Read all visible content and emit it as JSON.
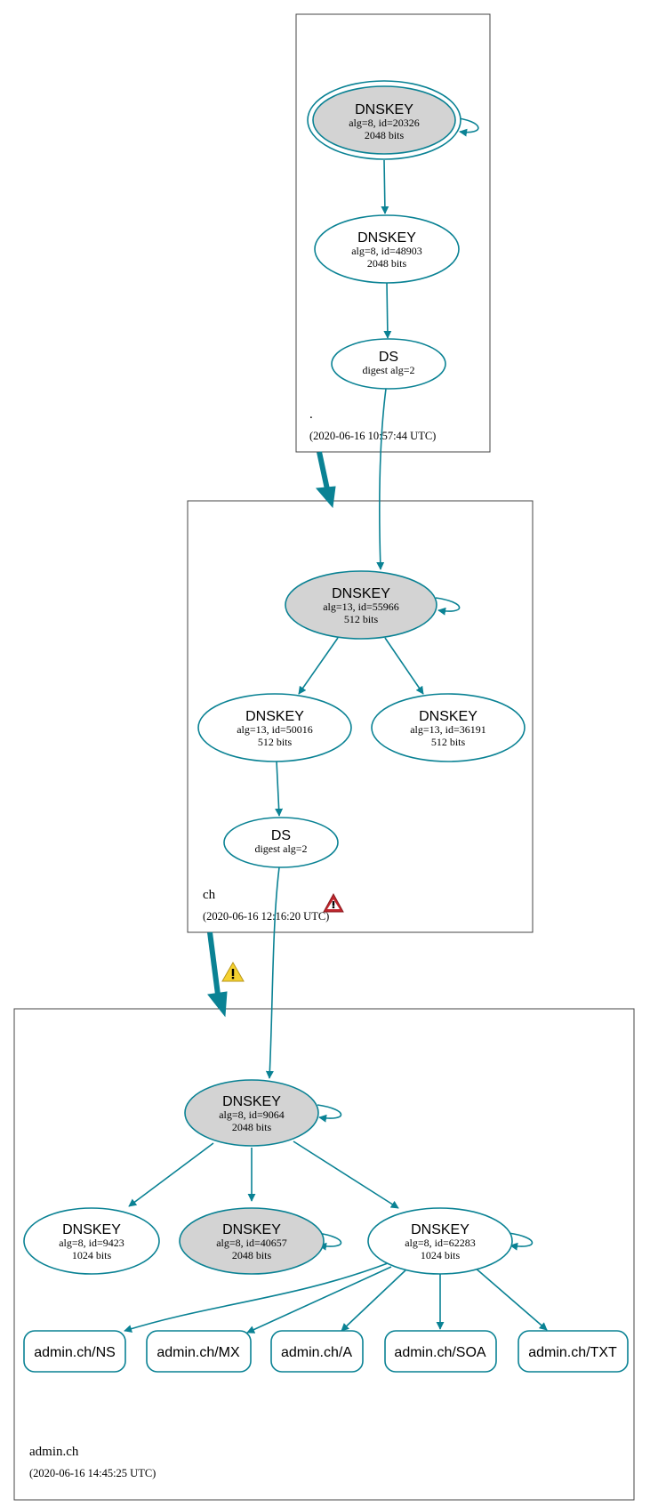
{
  "colors": {
    "edge": "#0a8294",
    "ksk_fill": "#d3d3d3",
    "node_fill": "#ffffff",
    "warning_red": "#c0262d",
    "warning_yellow": "#f5d130"
  },
  "zones": {
    "root": {
      "name": ".",
      "date": "(2020-06-16 10:57:44 UTC)"
    },
    "ch": {
      "name": "ch",
      "date": "(2020-06-16 12:16:20 UTC)",
      "status_icon": "error-warning-icon"
    },
    "admin": {
      "name": "admin.ch",
      "date": "(2020-06-16 14:45:25 UTC)"
    }
  },
  "nodes": {
    "root_ksk": {
      "type": "DNSKEY",
      "line1": "alg=8, id=20326",
      "line2": "2048 bits"
    },
    "root_zsk": {
      "type": "DNSKEY",
      "line1": "alg=8, id=48903",
      "line2": "2048 bits"
    },
    "root_ds": {
      "type": "DS",
      "line1": "digest alg=2"
    },
    "ch_ksk": {
      "type": "DNSKEY",
      "line1": "alg=13, id=55966",
      "line2": "512 bits"
    },
    "ch_zsk1": {
      "type": "DNSKEY",
      "line1": "alg=13, id=50016",
      "line2": "512 bits"
    },
    "ch_zsk2": {
      "type": "DNSKEY",
      "line1": "alg=13, id=36191",
      "line2": "512 bits"
    },
    "ch_ds": {
      "type": "DS",
      "line1": "digest alg=2"
    },
    "admin_ksk": {
      "type": "DNSKEY",
      "line1": "alg=8, id=9064",
      "line2": "2048 bits"
    },
    "admin_k1": {
      "type": "DNSKEY",
      "line1": "alg=8, id=9423",
      "line2": "1024 bits"
    },
    "admin_k2": {
      "type": "DNSKEY",
      "line1": "alg=8, id=40657",
      "line2": "2048 bits"
    },
    "admin_k3": {
      "type": "DNSKEY",
      "line1": "alg=8, id=62283",
      "line2": "1024 bits"
    }
  },
  "rrsets": {
    "ns": "admin.ch/NS",
    "mx": "admin.ch/MX",
    "a": "admin.ch/A",
    "soa": "admin.ch/SOA",
    "txt": "admin.ch/TXT"
  },
  "delegation_warning_icon": "warning-icon"
}
